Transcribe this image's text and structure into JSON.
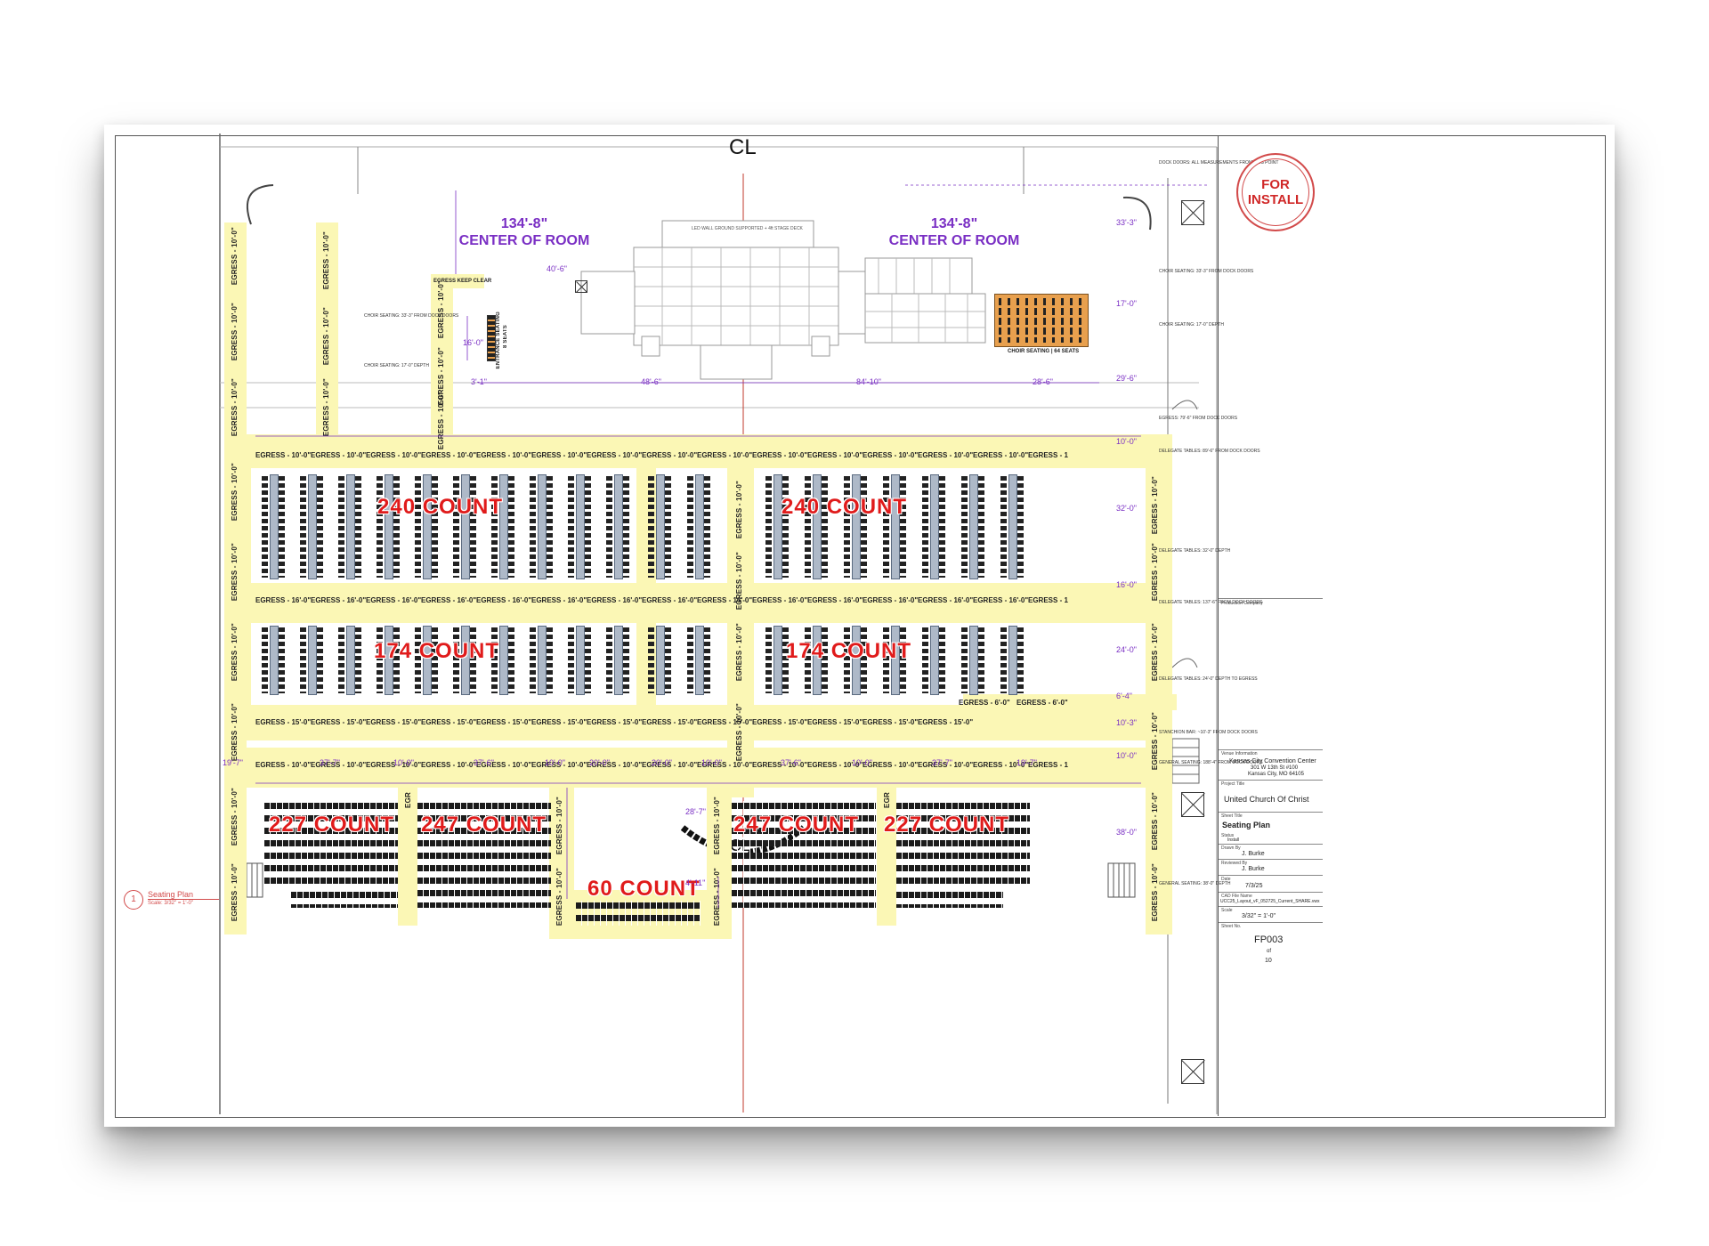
{
  "centerline_symbol": "CL",
  "center_of_room": {
    "left": {
      "dimension": "134'-8\"",
      "label": "CENTER OF ROOM"
    },
    "right": {
      "dimension": "134'-8\"",
      "label": "CENTER OF ROOM"
    }
  },
  "stage_note": "LED WALL GROUND SUPPORTED + 4ft STAGE DECK",
  "egress_keep_clear": "EGRESS KEEP CLEAR",
  "entrance_seating": {
    "title": "ENTRANCE SEATING",
    "seats": "8 SEATS"
  },
  "choir_seating": {
    "label": "CHOIR SEATING | 64 SEATS"
  },
  "choir_notes": {
    "a": "CHOIR SEATING: 33'-3\" FROM DOCK DOORS",
    "b": "CHOIR SEATING: 17'-0\" DEPTH"
  },
  "upper_dims": {
    "d1": "40'-6\"",
    "d2": "16'-0\"",
    "d3": "3'-1\"",
    "d4": "48'-6\"",
    "d5": "84'-10\"",
    "d6": "28'-6\""
  },
  "counts": {
    "upper_left": "240 COUNT",
    "upper_right": "240 COUNT",
    "middle_left": "174 COUNT",
    "middle_right": "174 COUNT",
    "g1": "227 COUNT",
    "g2": "247 COUNT",
    "g3": "247 COUNT",
    "g4": "227 COUNT",
    "center": "60 COUNT"
  },
  "egress_labels": {
    "v10": "EGRESS - 10'-0\"",
    "h10": "EGRESS - 10'-0\"",
    "h16": "EGRESS - 16'-0\"",
    "h15": "EGRESS - 15'-0\"",
    "h6": "EGRESS - 6'-0\"",
    "h1": "EGRESS - 1",
    "egr": "EGR"
  },
  "seating_dims": {
    "a": "19'-7\"",
    "b": "37'-7\"",
    "c": "10'-0\"",
    "d": "37'-6\"",
    "e": "10'-0\"",
    "f": "20'-0\"",
    "g": "20'-0\"",
    "h": "10'-0\"",
    "i": "37'-6\"",
    "j": "10'-0\"",
    "k": "37'-7\"",
    "l": "19'-7\"",
    "m": "28'-7\"",
    "n": "4'-11\""
  },
  "right_dims": [
    "33'-3\"",
    "17'-0\"",
    "29'-6\"",
    "10'-0\"",
    "32'-0\"",
    "16'-0\"",
    "24'-0\"",
    "6'-4\"",
    "10'-3\"",
    "10'-0\"",
    "38'-0\""
  ],
  "right_notes": [
    "DOCK DOORS: ALL MEASUREMENTS FROM THIS POINT",
    "CHOIR SEATING: 33'-3\" FROM DOCK DOORS",
    "CHOIR SEATING: 17'-0\" DEPTH",
    "EGRESS: 79'-6\" FROM DOCK DOORS",
    "DELEGATE TABLES: 89'-6\" FROM DOCK DOORS",
    "DELEGATE TABLES: 32'-0\" DEPTH",
    "DELEGATE TABLES: 137'-6\" FROM DOCK DOORS",
    "DELEGATE TABLES: 24'-0\" DEPTH TO EGRESS",
    "STANCHION BAR: ~10'-3\" FROM DOCK DOORS",
    "GENERAL SEATING: 188'-4\" FROM DOCK DOORS",
    "GENERAL SEATING: 38'-0\" DEPTH"
  ],
  "drawing_label": {
    "num": "1",
    "title": "Seating Plan",
    "scale": "Scale: 3/32\" = 1'-0\""
  },
  "title_block": {
    "stamp_line1": "FOR",
    "stamp_line2": "INSTALL",
    "production_company_label": "Production Company",
    "venue_label": "Venue Information",
    "venue_name": "Kansas City Convention Center",
    "venue_addr1": "301 W 13th St #100",
    "venue_addr2": "Kansas City, MO 64105",
    "project_label": "Project Title",
    "project": "United Church Of Christ",
    "sheet_title_label": "Sheet Title",
    "sheet_title": "Seating Plan",
    "status_label": "Status",
    "status": "Install",
    "drawn_label": "Drawn By",
    "drawn": "J. Burke",
    "reviewed_label": "Reviewed By",
    "reviewed": "J. Burke",
    "date_label": "Date",
    "date": "7/3/25",
    "cad_label": "CAD File Name",
    "cad": "UCC25_Layout_vF_052725_Current_SHARE.vwx",
    "scale_label": "Scale",
    "scale": "3/32\" = 1'-0\"",
    "sheet_no_label": "Sheet No.",
    "sheet_no": "FP003",
    "of": "of",
    "total": "10"
  },
  "colors": {
    "egress": "#fbf7b5",
    "purple_dim": "#7a2fc4",
    "count_red": "#e01b1b",
    "choir": "#e8a04e",
    "centerline": "#c0392b"
  }
}
